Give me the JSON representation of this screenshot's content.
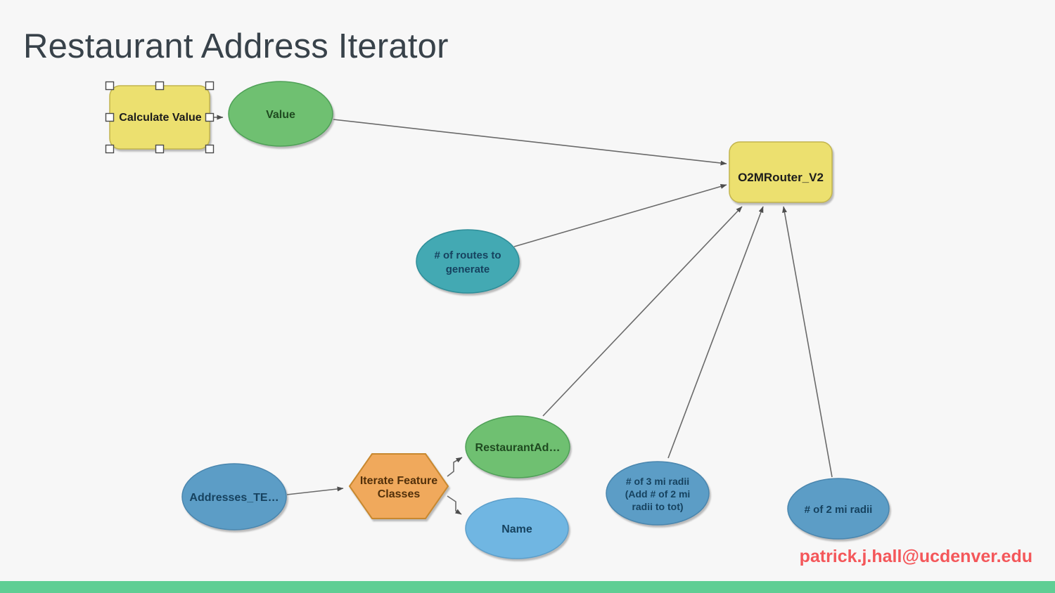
{
  "slide": {
    "title": "Restaurant Address Iterator",
    "email": "patrick.j.hall@ucdenver.edu",
    "colors": {
      "background": "#f7f7f7",
      "title_text": "#38424a",
      "email_text": "#f4575a",
      "footer_bar": "#5fce94",
      "connector": "#6a6a6a"
    }
  },
  "diagram": {
    "nodes": {
      "calculate_value": {
        "label": "Calculate Value",
        "fill": "#ece06f",
        "selected": true
      },
      "value": {
        "label": "Value",
        "fill": "#6fc071"
      },
      "o2mrouter": {
        "label": "O2MRouter_V2",
        "fill": "#ece06f"
      },
      "routes": {
        "lines": [
          "# of routes to",
          "generate"
        ],
        "fill": "#43a9b3"
      },
      "restaurant": {
        "label": "RestaurantAd…",
        "fill": "#6fc071"
      },
      "addresses": {
        "label": "Addresses_TE…",
        "fill": "#5c9dc6"
      },
      "iterator": {
        "lines": [
          "Iterate Feature",
          "Classes"
        ],
        "fill": "#f0a95c"
      },
      "name": {
        "label": "Name",
        "fill": "#70b6e2"
      },
      "radii3": {
        "lines": [
          "# of 3 mi radii",
          "(Add # of 2 mi",
          "radii to tot)"
        ],
        "fill": "#5c9dc6"
      },
      "radii2": {
        "label": "# of 2 mi radii",
        "fill": "#5c9dc6"
      }
    }
  }
}
